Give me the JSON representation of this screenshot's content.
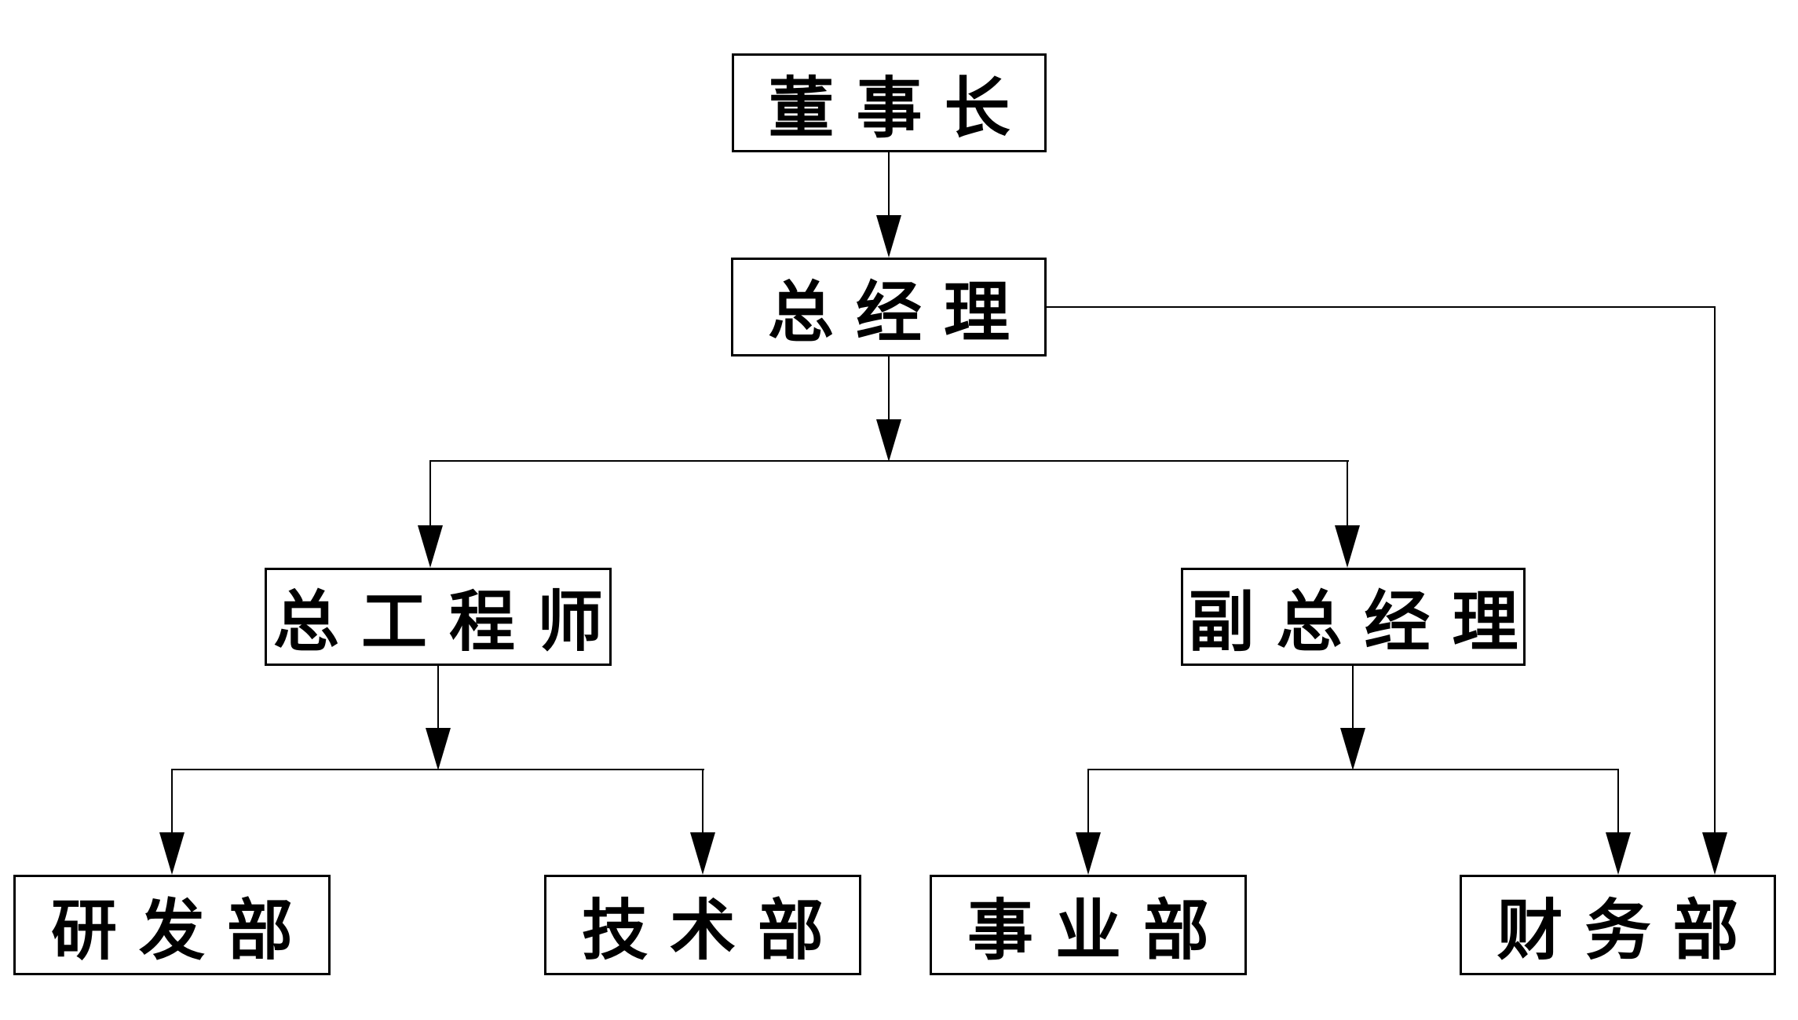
{
  "diagram": {
    "type": "org-chart",
    "language": "zh",
    "background_color": "#ffffff",
    "line_color": "#000000",
    "box_border_color": "#000000",
    "text_color": "#000000",
    "nodes": {
      "chairman": {
        "label": "董事长",
        "level": 1
      },
      "general_manager": {
        "label": "总经理",
        "level": 2
      },
      "chief_engineer": {
        "label": "总工程师",
        "level": 3
      },
      "deputy_general_manager": {
        "label": "副总经理",
        "level": 3
      },
      "rd_dept": {
        "label": "研发部",
        "level": 4
      },
      "tech_dept": {
        "label": "技术部",
        "level": 4
      },
      "business_dept": {
        "label": "事业部",
        "level": 4
      },
      "finance_dept": {
        "label": "财务部",
        "level": 4
      }
    },
    "edges": [
      {
        "from": "董事长",
        "to": "总经理",
        "style": "arrow-down"
      },
      {
        "from": "总经理",
        "to": "总工程师",
        "style": "arrow-down"
      },
      {
        "from": "总经理",
        "to": "副总经理",
        "style": "arrow-down"
      },
      {
        "from": "总经理",
        "to": "财务部",
        "style": "arrow-down-direct-right-side"
      },
      {
        "from": "总工程师",
        "to": "研发部",
        "style": "arrow-down"
      },
      {
        "from": "总工程师",
        "to": "技术部",
        "style": "arrow-down"
      },
      {
        "from": "副总经理",
        "to": "事业部",
        "style": "arrow-down"
      },
      {
        "from": "副总经理",
        "to": "财务部",
        "style": "arrow-down"
      }
    ]
  }
}
